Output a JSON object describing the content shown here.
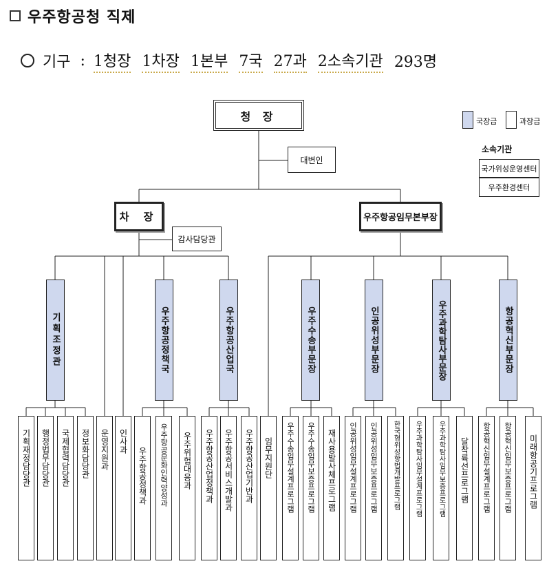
{
  "title": "우주항공청 직제",
  "summary": {
    "label": "기구",
    "colon": ":",
    "items": [
      "1청장",
      "1차장",
      "1본부",
      "7국",
      "27과",
      "2소속기관",
      "293명"
    ]
  },
  "legend": {
    "bureau": "국장급",
    "division": "과장급"
  },
  "affiliated": {
    "title": "소속기관",
    "items": [
      "국가위성운영센터",
      "우주환경센터"
    ]
  },
  "org": {
    "head": "청 장",
    "spokesperson": "대변인",
    "vice": "차 장",
    "audit": "감사담당관",
    "mission": "우주항공임무본부장",
    "bureaus": [
      "기획조정관",
      "우주항공정책국",
      "우주항공산업국",
      "우주수송부문장",
      "인공위성부문장",
      "우주과학탐사부문장",
      "항공혁신부문장"
    ],
    "divisions": [
      "기획재정담당관",
      "행정법무담당관",
      "국제협력담당관",
      "정보화담당관",
      "운영지원과",
      "인사과",
      "우주항공정책과",
      "우주항공문화인력양성과",
      "우주위험대응과",
      "우주항공산업정책과",
      "우주항공서비스개발과",
      "우주항공산업기반과",
      "임무지원단",
      "우주수송임무설계프로그램",
      "우주수송임무보증프로그램",
      "재사용발사체프로그램",
      "인공위성임무설계프로그램",
      "인공위성임무보증프로그램",
      "한국형위성항법개발프로그램",
      "우주과학탐사임무설계프로그램",
      "우주과학탐사임무보증프로그램",
      "달착륙선프로그램",
      "항공혁신임무설계프로그램",
      "항공혁신임무보증프로그램",
      "미래항공기프로그램"
    ]
  },
  "colors": {
    "bureau_fill": "#cfd8ee",
    "line": "#222222"
  }
}
